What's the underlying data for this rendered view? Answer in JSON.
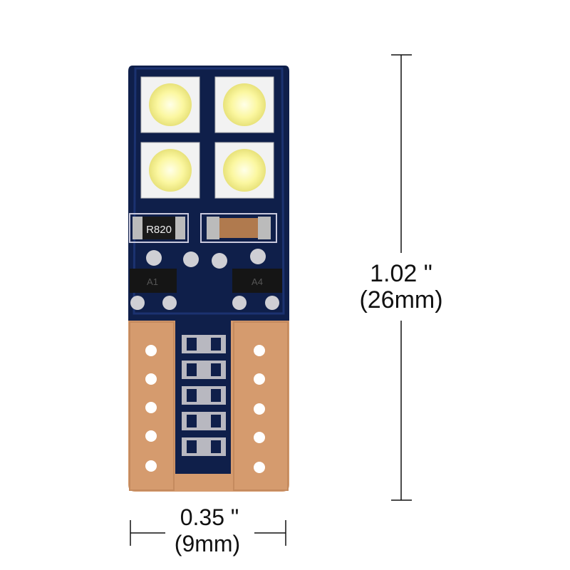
{
  "product": {
    "chip_labels": {
      "resistor": "R820",
      "transistor_left": "A1",
      "transistor_right": "A4"
    }
  },
  "dimensions": {
    "height": {
      "inches": "1.02 \"",
      "mm": "(26mm)"
    },
    "width": {
      "inches": "0.35 \"",
      "mm": "(9mm)"
    }
  },
  "colors": {
    "pcb": "#0f1f4a",
    "copper": "#d59b6e",
    "led": "#fff7a0",
    "line": "#111111"
  }
}
